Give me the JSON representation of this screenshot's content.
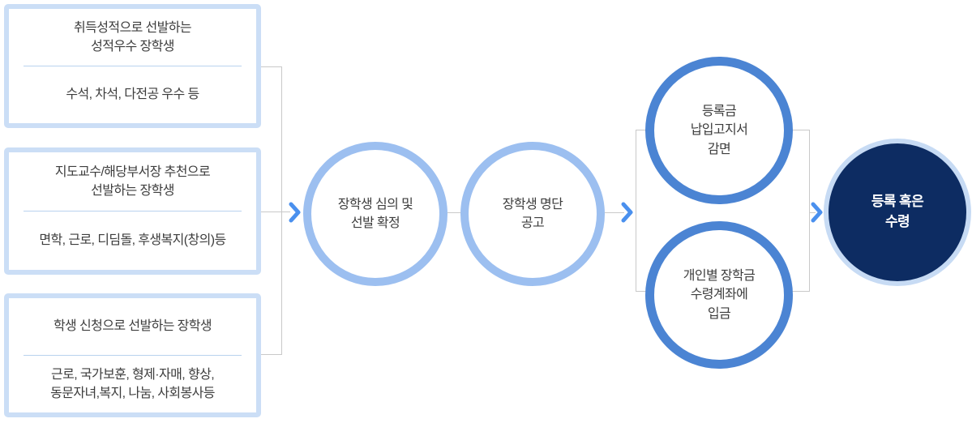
{
  "colors": {
    "box-border": "#cbdef6",
    "box-divider": "#b9d2ee",
    "ring-light": "#9cbff0",
    "ring-medium": "#4b84d3",
    "final-fill": "#0d2c62",
    "final-halo": "#c7dbf4",
    "arrow": "#4a90ee",
    "connector": "#c9c9c9",
    "text-dark": "#3d3d3d",
    "final-text": "#ffffff"
  },
  "sources": [
    {
      "title_lines": [
        "취득성적으로 선발하는",
        "성적우수 장학생"
      ],
      "detail_lines": [
        "수석, 차석, 다전공 우수 등"
      ]
    },
    {
      "title_lines": [
        "지도교수/해당부서장 추천으로",
        "선발하는 장학생"
      ],
      "detail_lines": [
        "면학, 근로, 디딤돌, 후생복지(창의)등"
      ]
    },
    {
      "title_lines": [
        "학생 신청으로 선발하는 장학생"
      ],
      "detail_lines": [
        "근로, 국가보훈, 형제·자매, 향상,",
        "동문자녀,복지, 나눔, 사회봉사등"
      ]
    }
  ],
  "steps": [
    {
      "title_lines": [
        "장학생 심의 및",
        "선발 확정"
      ]
    },
    {
      "title_lines": [
        "장학생 명단",
        "공고"
      ]
    }
  ],
  "outcomes": [
    {
      "title_lines": [
        "등록금",
        "납입고지서",
        "감면"
      ]
    },
    {
      "title_lines": [
        "개인별 장학금",
        "수령계좌에",
        "입금"
      ]
    }
  ],
  "final": {
    "title_lines": [
      "등록 혹은",
      "수령"
    ]
  }
}
